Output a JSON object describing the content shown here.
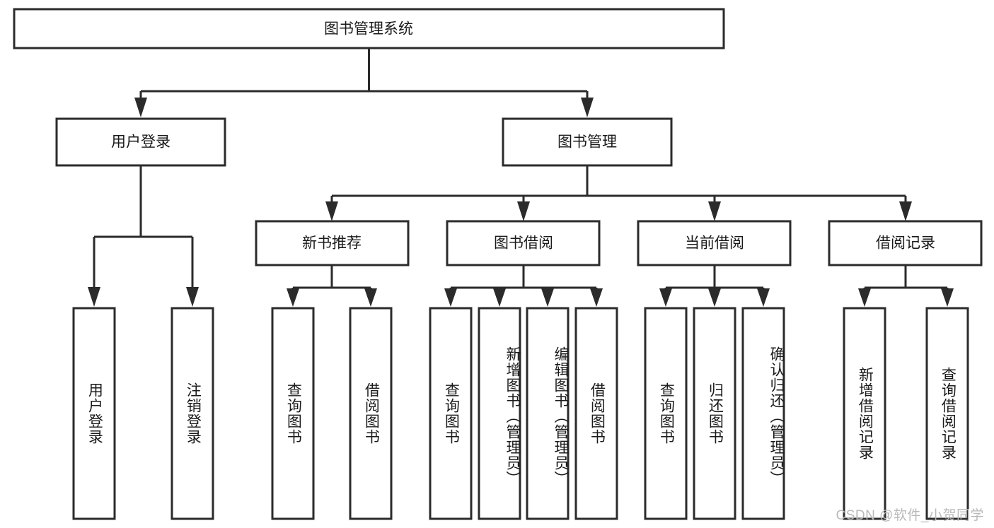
{
  "diagram": {
    "type": "tree-hierarchy",
    "title": "图书管理系统",
    "watermark": "CSDN @软件_小贺同学",
    "colors": {
      "stroke": "#2b2b2b",
      "fill": "#ffffff",
      "text": "#1a1a1a",
      "watermark": "#b9b9b9",
      "background": "#ffffff"
    },
    "levels": {
      "root": {
        "label": "图书管理系统"
      },
      "level2": [
        {
          "label": "用户登录"
        },
        {
          "label": "图书管理"
        }
      ],
      "level3": [
        {
          "label": "新书推荐"
        },
        {
          "label": "图书借阅"
        },
        {
          "label": "当前借阅"
        },
        {
          "label": "借阅记录"
        }
      ],
      "leaves": [
        {
          "label": "用户登录",
          "parent": "用户登录"
        },
        {
          "label": "注销登录",
          "parent": "用户登录"
        },
        {
          "label": "查询图书",
          "parent": "新书推荐"
        },
        {
          "label": "借阅图书",
          "parent": "新书推荐"
        },
        {
          "label": "查询图书",
          "parent": "图书借阅"
        },
        {
          "label": "新增图书（管理员）",
          "parent": "图书借阅"
        },
        {
          "label": "编辑图书（管理员）",
          "parent": "图书借阅"
        },
        {
          "label": "借阅图书",
          "parent": "图书借阅"
        },
        {
          "label": "查询图书",
          "parent": "当前借阅"
        },
        {
          "label": "归还图书",
          "parent": "当前借阅"
        },
        {
          "label": "确认归还（管理员）",
          "parent": "当前借阅"
        },
        {
          "label": "新增借阅记录",
          "parent": "借阅记录"
        },
        {
          "label": "查询借阅记录",
          "parent": "借阅记录"
        }
      ]
    }
  }
}
